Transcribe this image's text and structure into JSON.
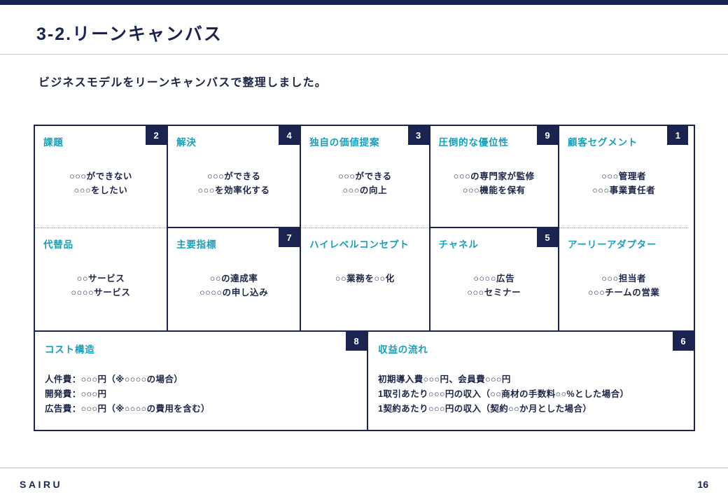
{
  "slide": {
    "title": "3-2.リーンキャンバス",
    "lead": "ビジネスモデルをリーンキャンバスで整理しました。"
  },
  "canvas": {
    "columns": [
      {
        "cells": [
          {
            "title": "課題",
            "badge": "2",
            "lines": [
              "○○○ができない",
              "○○○をしたい"
            ]
          },
          {
            "title": "代替品",
            "badge": "",
            "lines": [
              "○○サービス",
              "○○○○サービス"
            ]
          }
        ]
      },
      {
        "cells": [
          {
            "title": "解決",
            "badge": "4",
            "lines": [
              "○○○ができる",
              "○○○を効率化する"
            ]
          },
          {
            "title": "主要指標",
            "badge": "7",
            "lines": [
              "○○の達成率",
              "○○○○の申し込み"
            ]
          }
        ]
      },
      {
        "cells": [
          {
            "title": "独自の価値提案",
            "badge": "3",
            "lines": [
              "○○○ができる",
              "○○○の向上"
            ]
          },
          {
            "title": "ハイレベルコンセプト",
            "badge": "",
            "lines": [
              "○○業務を○○化"
            ]
          }
        ]
      },
      {
        "cells": [
          {
            "title": "圧倒的な優位性",
            "badge": "9",
            "lines": [
              "○○○の専門家が監修",
              "○○○機能を保有"
            ]
          },
          {
            "title": "チャネル",
            "badge": "5",
            "lines": [
              "○○○○広告",
              "○○○セミナー"
            ]
          }
        ]
      },
      {
        "cells": [
          {
            "title": "顧客セグメント",
            "badge": "1",
            "lines": [
              "○○○管理者",
              "○○○事業責任者"
            ]
          },
          {
            "title": "アーリーアダプター",
            "badge": "",
            "lines": [
              "○○○担当者",
              "○○○チームの営業"
            ]
          }
        ]
      }
    ],
    "bottom": [
      {
        "title": "コスト構造",
        "badge": "8",
        "lines": [
          "人件費：○○○円（※○○○○の場合）",
          "開発費：○○○円",
          "広告費：○○○円（※○○○○の費用を含む）"
        ]
      },
      {
        "title": "収益の流れ",
        "badge": "6",
        "lines": [
          "初期導入費○○○円、会員費○○○円",
          "1取引あたり○○○円の収入（○○商材の手数料○○%とした場合）",
          "1契約あたり○○○円の収入（契約○○か月とした場合）"
        ]
      }
    ]
  },
  "footer": {
    "brand": "SAIRU",
    "page": "16"
  },
  "colors": {
    "navy": "#1b2450",
    "teal": "#14a0bb",
    "body_text": "#1b2447"
  }
}
